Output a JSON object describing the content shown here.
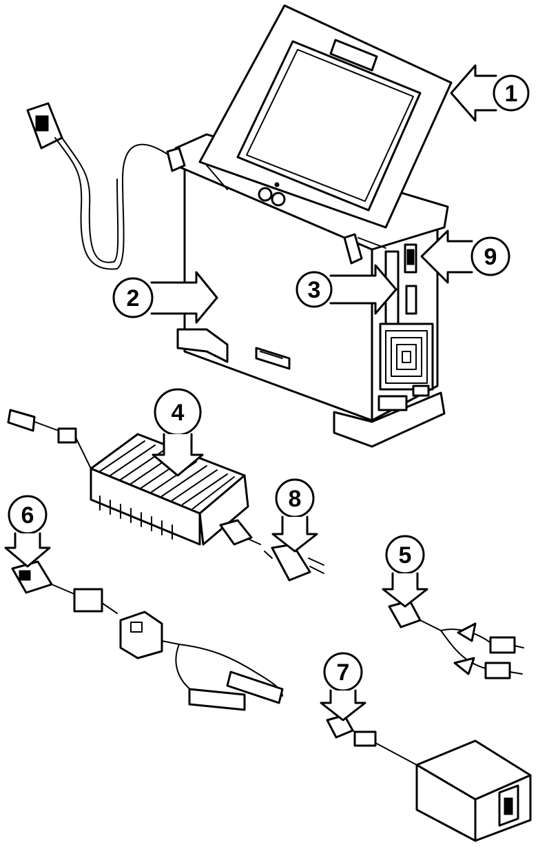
{
  "callouts": {
    "c1": "1",
    "c2": "2",
    "c3": "3",
    "c4": "4",
    "c5": "5",
    "c6": "6",
    "c7": "7",
    "c8": "8",
    "c9": "9"
  },
  "ink_color": "#000000",
  "background_color": "#ffffff"
}
